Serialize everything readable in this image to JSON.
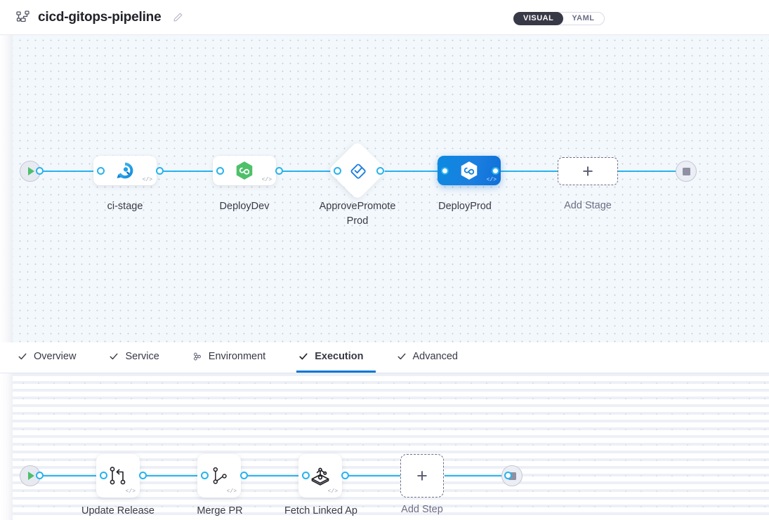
{
  "header": {
    "pipeline_icon": "pipeline-nodes-icon",
    "title": "cicd-gitops-pipeline",
    "edit_icon": "pencil-edit-icon",
    "view_toggle": {
      "selected": "VISUAL",
      "options": [
        {
          "label": "VISUAL",
          "active": true
        },
        {
          "label": "YAML",
          "active": false
        }
      ]
    }
  },
  "stage_graph": {
    "start_node": {
      "name": "pipeline-start-node",
      "icon": "play-icon"
    },
    "end_node": {
      "name": "pipeline-end-node",
      "icon": "stop-square-icon"
    },
    "stages": [
      {
        "label": "ci-stage",
        "icon": "ci-build-magnifier-icon",
        "shape": "rounded",
        "selected": false,
        "code_badge": "</>"
      },
      {
        "label": "DeployDev",
        "icon": "harness-hexagon-green-icon",
        "shape": "rounded",
        "selected": false,
        "code_badge": "</>"
      },
      {
        "label": "ApprovePromoteProd",
        "icon": "approval-check-badge-icon",
        "shape": "diamond",
        "selected": false,
        "code_badge": ""
      },
      {
        "label": "DeployProd",
        "icon": "harness-hexagon-white-icon",
        "shape": "rounded",
        "selected": true,
        "code_badge": "</>"
      }
    ],
    "add_stage": {
      "label": "Add Stage",
      "icon": "plus-icon"
    }
  },
  "tabs": [
    {
      "label": "Overview",
      "icon": "check-icon",
      "active": false
    },
    {
      "label": "Service",
      "icon": "check-icon",
      "active": false
    },
    {
      "label": "Environment",
      "icon": "infrastructure-cluster-icon",
      "active": false
    },
    {
      "label": "Execution",
      "icon": "check-icon",
      "active": true
    },
    {
      "label": "Advanced",
      "icon": "check-icon",
      "active": false
    }
  ],
  "step_graph": {
    "start_node": {
      "name": "execution-start-node",
      "icon": "play-icon"
    },
    "end_node": {
      "name": "execution-end-node",
      "icon": "stop-square-icon"
    },
    "steps": [
      {
        "label": "Update Release Repo",
        "icon": "git-branch-update-icon",
        "code_badge": "</>"
      },
      {
        "label": "Merge PR",
        "icon": "git-merge-icon",
        "code_badge": "</>"
      },
      {
        "label": "Fetch Linked Apps",
        "icon": "argocd-squid-icon",
        "code_badge": "</>"
      }
    ],
    "add_step": {
      "label": "Add Step",
      "icon": "plus-icon"
    }
  },
  "colors": {
    "accent_blue": "#0278d5",
    "edge_blue": "#28b3ed",
    "selected_node": "#0f7fe0",
    "toggle_active_bg": "#383946",
    "start_green": "#4dbf6d",
    "canvas_bg": "#f3f8fc"
  }
}
